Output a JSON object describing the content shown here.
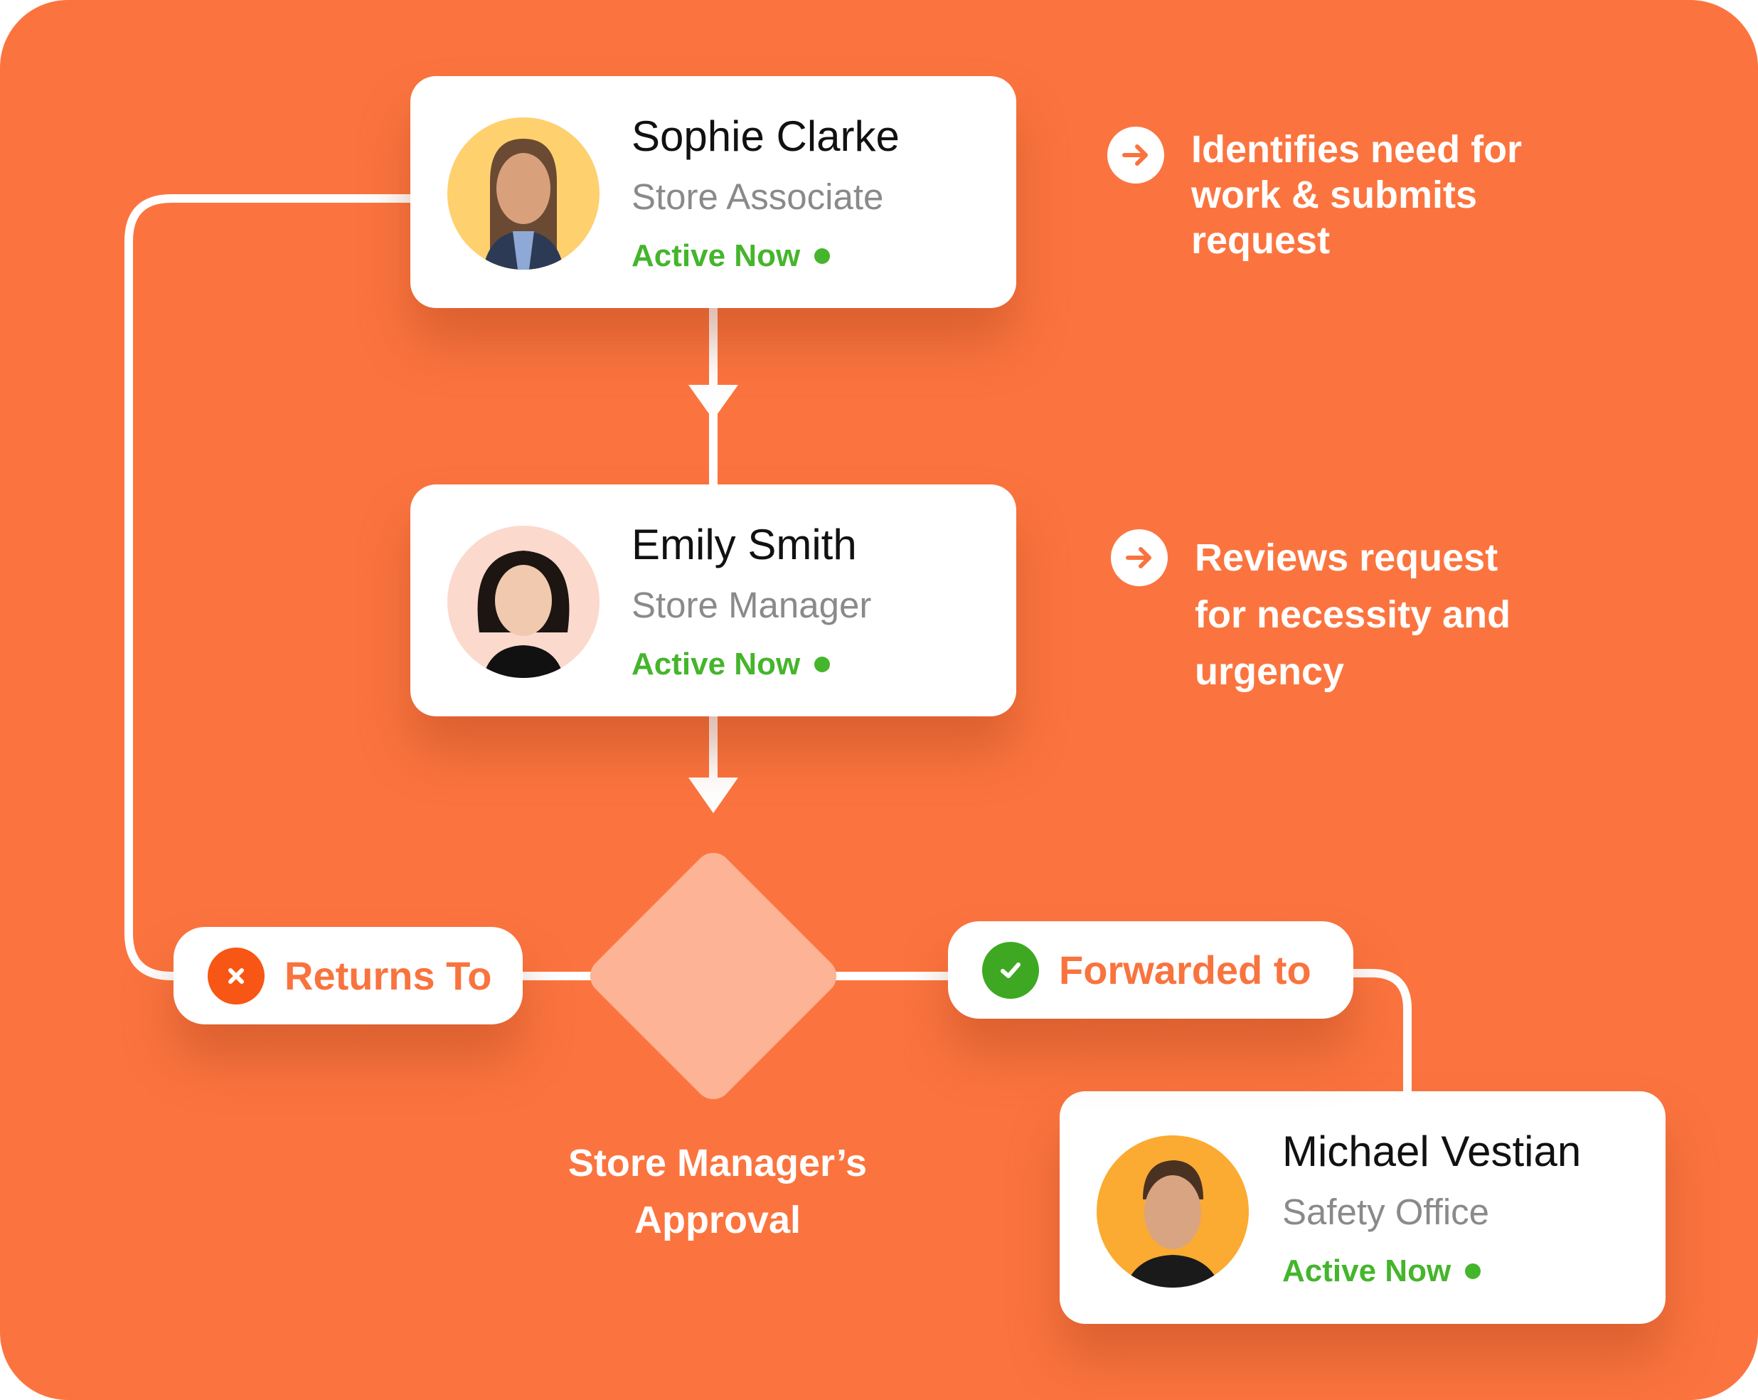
{
  "people": [
    {
      "name": "Sophie Clarke",
      "role": "Store Associate",
      "status": "Active Now"
    },
    {
      "name": "Emily Smith",
      "role": "Store Manager",
      "status": "Active Now"
    },
    {
      "name": "Michael Vestian",
      "role": "Safety Office",
      "status": "Active Now"
    }
  ],
  "notes": [
    {
      "text": "Identifies need for work & submits request",
      "icon": "arrow-right-icon"
    },
    {
      "text": "Reviews request for necessity and urgency",
      "icon": "arrow-right-icon"
    }
  ],
  "decision": {
    "label": "Store Manager’s Approval"
  },
  "outcomes": {
    "reject": {
      "label": "Returns To",
      "icon": "x-icon",
      "color": "#f85614"
    },
    "approve": {
      "label": "Forwarded to",
      "icon": "check-icon",
      "color": "#3ea822"
    }
  },
  "colors": {
    "background": "#fb743f",
    "diamond": "#fdb395",
    "active": "#45b52c",
    "accent": "#f9733e"
  }
}
